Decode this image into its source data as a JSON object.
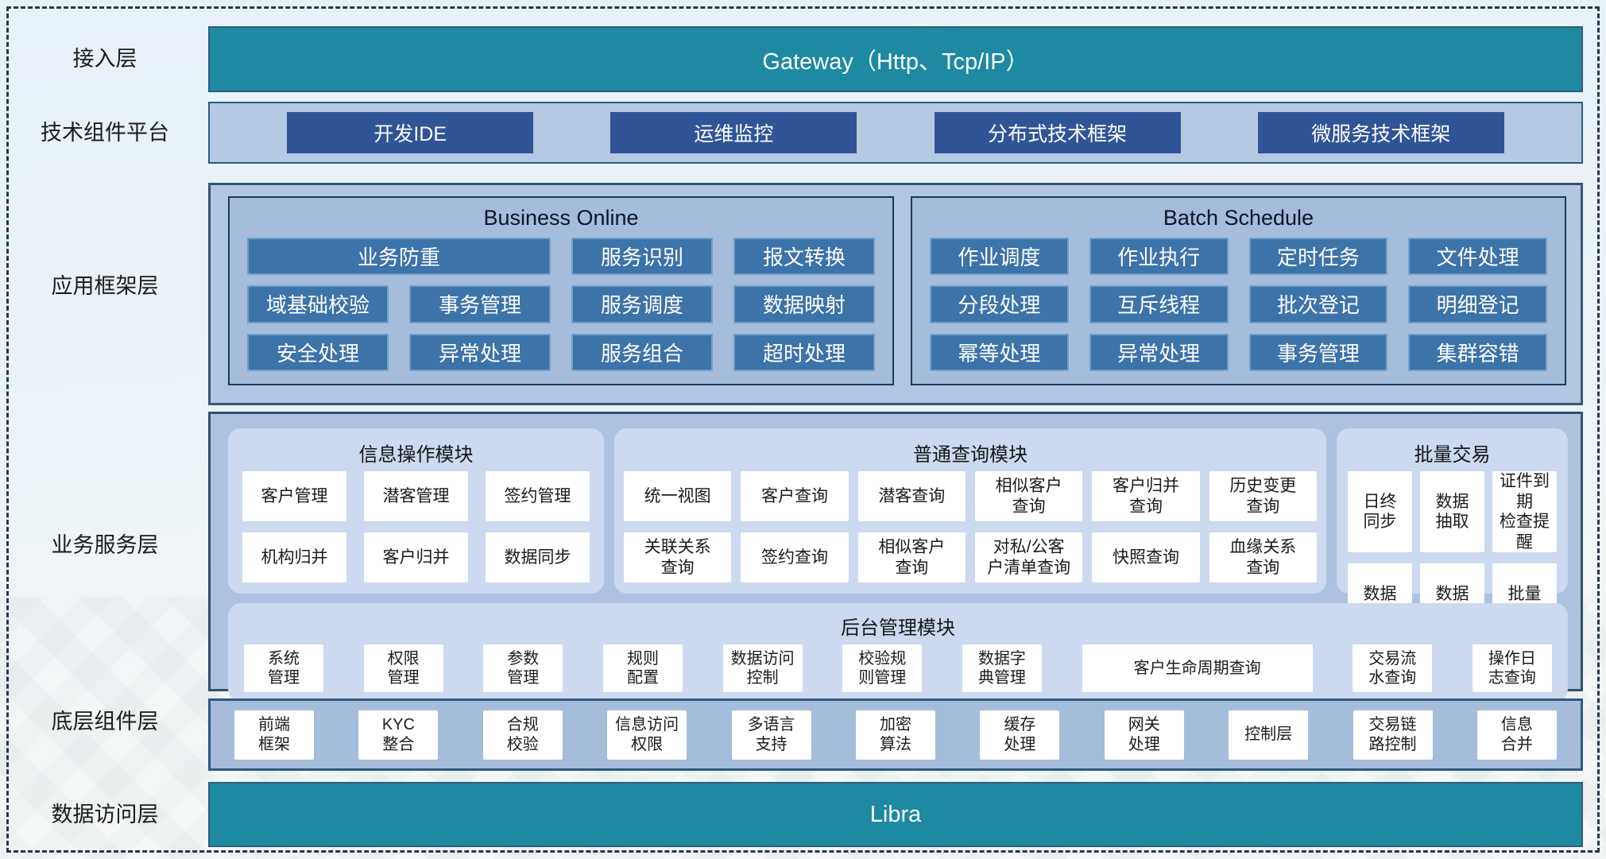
{
  "colors": {
    "teal": "#1e89a2",
    "dark_blue_button": "#2f5597",
    "steel_button": "#3c73a9",
    "panel_fill": "#a6bcdb",
    "panel_light": "#ccd9ef",
    "border_navy": "#1b3a5c"
  },
  "left_labels": {
    "access": "接入层",
    "tech": "技术组件平台",
    "appframe": "应用框架层",
    "business": "业务服务层",
    "components": "底层组件层",
    "data": "数据访问层"
  },
  "access": {
    "gateway": "Gateway（Http、Tcp/IP）"
  },
  "tech": {
    "items": [
      "开发IDE",
      "运维监控",
      "分布式技术框架",
      "微服务技术框架"
    ]
  },
  "appframe": {
    "business_online": {
      "title": "Business Online",
      "items": [
        "业务防重",
        "服务识别",
        "报文转换",
        "域基础校验",
        "事务管理",
        "服务调度",
        "数据映射",
        "安全处理",
        "异常处理",
        "服务组合",
        "超时处理"
      ]
    },
    "batch_schedule": {
      "title": "Batch Schedule",
      "items": [
        "作业调度",
        "作业执行",
        "定时任务",
        "文件处理",
        "分段处理",
        "互斥线程",
        "批次登记",
        "明细登记",
        "幂等处理",
        "异常处理",
        "事务管理",
        "集群容错"
      ]
    }
  },
  "business": {
    "info_module": {
      "title": "信息操作模块",
      "items": [
        "客户管理",
        "潜客管理",
        "签约管理",
        "机构归并",
        "客户归并",
        "数据同步"
      ]
    },
    "query_module": {
      "title": "普通查询模块",
      "items": [
        "统一视图",
        "客户查询",
        "潜客查询",
        "相似客户\n查询",
        "客户归并\n查询",
        "历史变更\n查询",
        "关联关系\n查询",
        "签约查询",
        "相似客户\n查询",
        "对私/公客\n户清单查询",
        "快照查询",
        "血缘关系\n查询"
      ]
    },
    "batch_module": {
      "title": "批量交易",
      "items": [
        "日终\n同步",
        "数据\n抽取",
        "证件到期\n检查提醒",
        "数据\n转换",
        "数据\n装载",
        "批量\n开户"
      ]
    },
    "admin_module": {
      "title": "后台管理模块",
      "items": [
        "系统\n管理",
        "权限\n管理",
        "参数\n管理",
        "规则\n配置",
        "数据访问\n控制",
        "校验规\n则管理",
        "数据字\n典管理",
        "客户生命周期查询",
        "交易流\n水查询",
        "操作日\n志查询"
      ]
    }
  },
  "components": {
    "items": [
      "前端\n框架",
      "KYC\n整合",
      "合规\n校验",
      "信息访问\n权限",
      "多语言\n支持",
      "加密\n算法",
      "缓存\n处理",
      "网关\n处理",
      "控制层",
      "交易链\n路控制",
      "信息\n合并"
    ]
  },
  "data_layer": {
    "label": "Libra"
  }
}
